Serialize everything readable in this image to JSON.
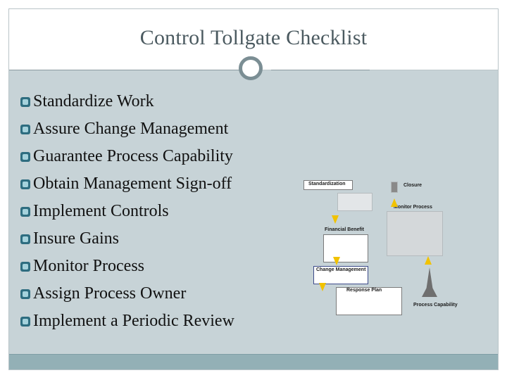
{
  "title": "Control Tollgate Checklist",
  "checklist": [
    "Standardize Work",
    "Assure Change Management",
    "Guarantee Process Capability",
    "Obtain Management Sign-off",
    "Implement Controls",
    "Insure Gains",
    "Monitor Process",
    "Assign Process Owner",
    "Implement a Periodic Review"
  ],
  "diagram": {
    "standardization": "Standardization",
    "closure": "Closure",
    "monitor_process": "Monitor Process",
    "financial_benefit": "Financial Benefit",
    "change_management": "Change Management",
    "response_plan": "Response Plan",
    "process_capability": "Process Capability"
  },
  "colors": {
    "accent": "#2e6d80",
    "background": "#c7d3d7",
    "arrow": "#f1c200"
  }
}
